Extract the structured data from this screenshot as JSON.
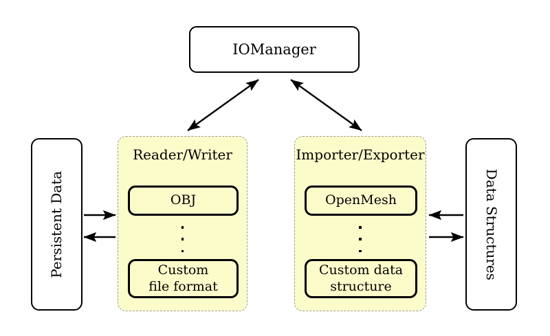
{
  "diagram": {
    "title_node": {
      "label": "IOManager"
    },
    "left_node": {
      "label": "Persistent Data"
    },
    "right_node": {
      "label": "Data Structures"
    },
    "groups": [
      {
        "id": "reader-writer",
        "title": "Reader/Writer",
        "items": [
          {
            "label": "OBJ"
          },
          {
            "label": "Custom\nfile format"
          }
        ],
        "ellipsis": "vertical-dots"
      },
      {
        "id": "importer-exporter",
        "title": "Importer/Exporter",
        "items": [
          {
            "label": "OpenMesh"
          },
          {
            "label": "Custom data\nstructure"
          }
        ],
        "ellipsis": "vertical-dots"
      }
    ],
    "connections": [
      {
        "name": "iomanager-to-reader-writer",
        "kind": "double-arrow"
      },
      {
        "name": "iomanager-to-importer-exporter",
        "kind": "double-arrow"
      },
      {
        "name": "persistent-data-to-reader-writer",
        "kind": "arrow-right"
      },
      {
        "name": "reader-writer-to-persistent-data",
        "kind": "arrow-left"
      },
      {
        "name": "data-structures-to-importer-exporter",
        "kind": "arrow-left"
      },
      {
        "name": "importer-exporter-to-data-structures",
        "kind": "arrow-right"
      }
    ],
    "colors": {
      "group_fill": "#fcfccb",
      "group_border": "#9a9a9a",
      "node_border": "#000000",
      "background": "#ffffff"
    }
  }
}
